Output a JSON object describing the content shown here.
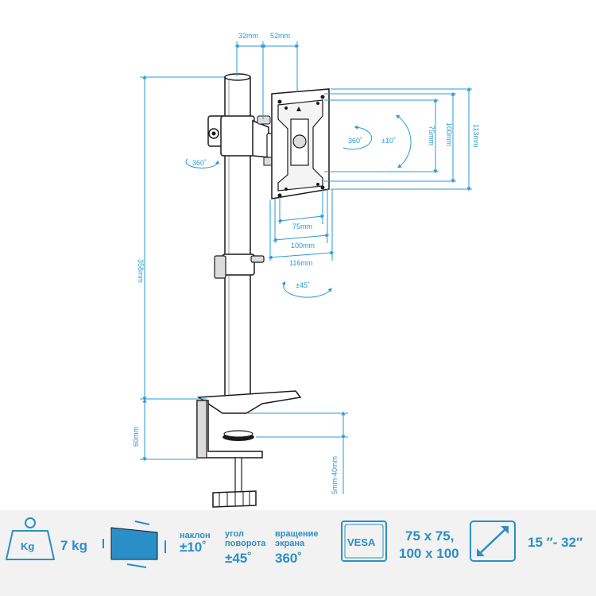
{
  "dimensions": {
    "pole_offset": "32mm",
    "arm_depth": "52mm",
    "height_total": "358mm",
    "clamp_height": "60mm",
    "clamp_range": "5mm-40mm",
    "vesa_vertical_small": "75mm",
    "vesa_vertical_large": "100mm",
    "plate_height": "113mm",
    "vesa_horizontal_small": "75mm",
    "vesa_horizontal_large": "100mm",
    "plate_width": "116mm"
  },
  "rotation_labels": {
    "pole_swivel": "360˚",
    "screen_rotation": "360˚",
    "tilt": "±10˚",
    "swivel": "±45˚"
  },
  "specs": {
    "weight_badge": "Kg",
    "weight_value": "7 kg",
    "tilt_label": "наклон",
    "tilt_value": "±10˚",
    "swivel_label": "угол\nповорота",
    "swivel_value": "±45˚",
    "rotation_label": "вращение\nэкрана",
    "rotation_value": "360˚",
    "vesa_badge": "VESA",
    "vesa_value_1": "75 x 75,",
    "vesa_value_2": "100 x 100",
    "screen_size": "15 ″- 32″"
  },
  "colors": {
    "accent": "#2a9ad6",
    "ink": "#1a1a1a",
    "panel": "#f2f2f2"
  }
}
